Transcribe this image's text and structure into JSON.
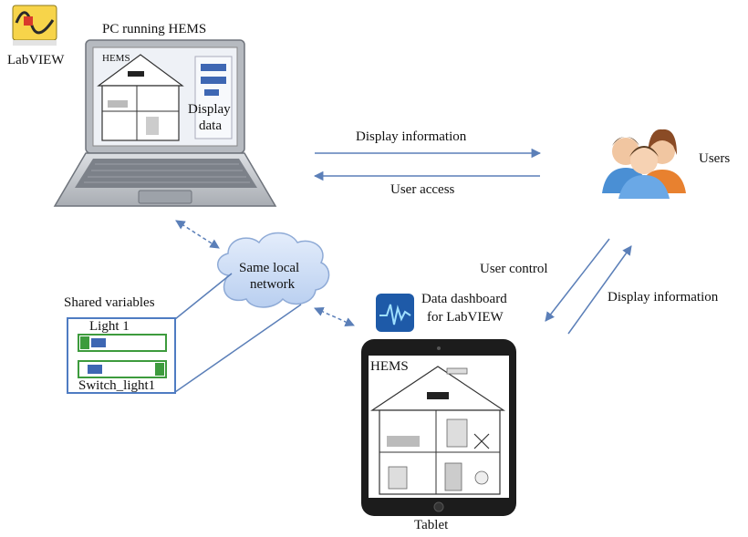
{
  "labels": {
    "labview": "LabVIEW",
    "pc_title": "PC running HEMS",
    "laptop_hems": "HEMS",
    "display_data_1": "Display",
    "display_data_2": "data",
    "display_information_top": "Display information",
    "user_access": "User access",
    "users": "Users",
    "same_local_1": "Same local",
    "same_local_2": "network",
    "user_control": "User control",
    "display_information_right": "Display information",
    "shared_variables": "Shared variables",
    "light1": "Light 1",
    "switch_light1": "Switch_light1",
    "dashboard_1": "Data dashboard",
    "dashboard_2": "for LabVIEW",
    "tablet_hems": "HEMS",
    "tablet": "Tablet"
  },
  "colors": {
    "arrow": "#5b7fb8",
    "laptop_body": "#c9ccd1",
    "laptop_dark": "#6e737b",
    "screen_bg": "#eef1f6",
    "cloud": "#c9daf3",
    "cloud_edge": "#8eaad6",
    "panel_border": "#4f7cc2",
    "lv_green": "#3d9b3d",
    "tablet_body": "#1c1c1c",
    "user_skin": "#f1c6a1",
    "user_shirt_blue": "#4a8fd4",
    "user_shirt_orange": "#e8812f"
  },
  "icons": {
    "labview": "labview-logo-icon",
    "dashboard": "data-dashboard-icon",
    "users": "users-group-icon"
  }
}
